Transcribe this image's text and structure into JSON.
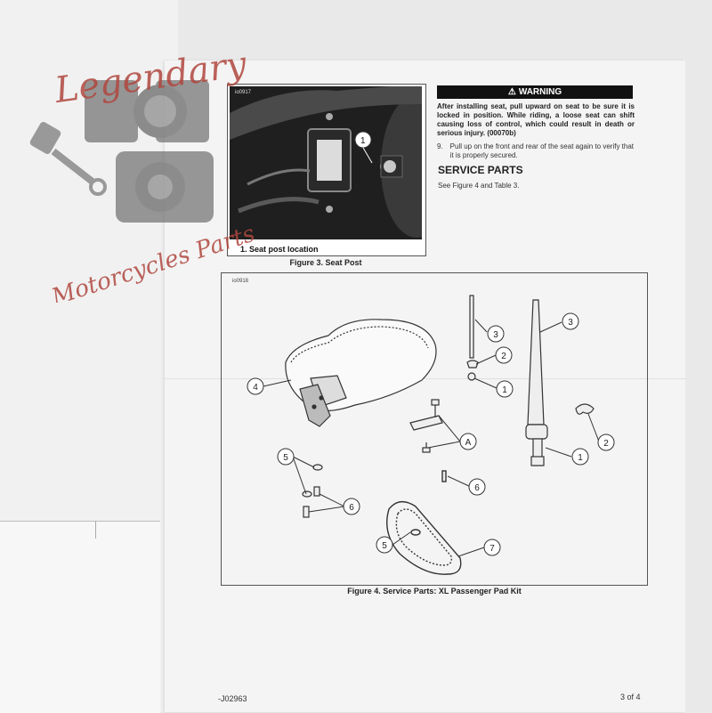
{
  "logo": {
    "line1": "Legendary",
    "line2": "Motorcycles Parts"
  },
  "photo": {
    "code": "io0917",
    "callout": "1",
    "caption": "1.   Seat post location",
    "figure_caption": "Figure 3. Seat Post"
  },
  "warning": {
    "title": "WARNING",
    "text": "After installing seat, pull upward on seat to be sure it is locked in position. While riding, a loose seat can shift causing loss of control, which could result in death or serious injury. (00070b)"
  },
  "step": {
    "number": "9.",
    "text": "Pull up on the front and rear of the seat again to verify that it is properly secured."
  },
  "service_parts": {
    "heading": "SERVICE PARTS",
    "text": "See Figure 4 and Table 3."
  },
  "figure4": {
    "code": "io0918",
    "caption": "Figure 4. Service Parts: XL Passenger Pad Kit",
    "callouts": [
      "4",
      "3",
      "2",
      "1",
      "A",
      "3",
      "1",
      "2",
      "5",
      "6",
      "6",
      "5",
      "7"
    ]
  },
  "footer": {
    "doc_number": "-J02963",
    "page": "3 of 4"
  },
  "colors": {
    "logo_red": "#b0473f",
    "logo_gray": "#6a6a6a",
    "warning_bar": "#111111"
  }
}
